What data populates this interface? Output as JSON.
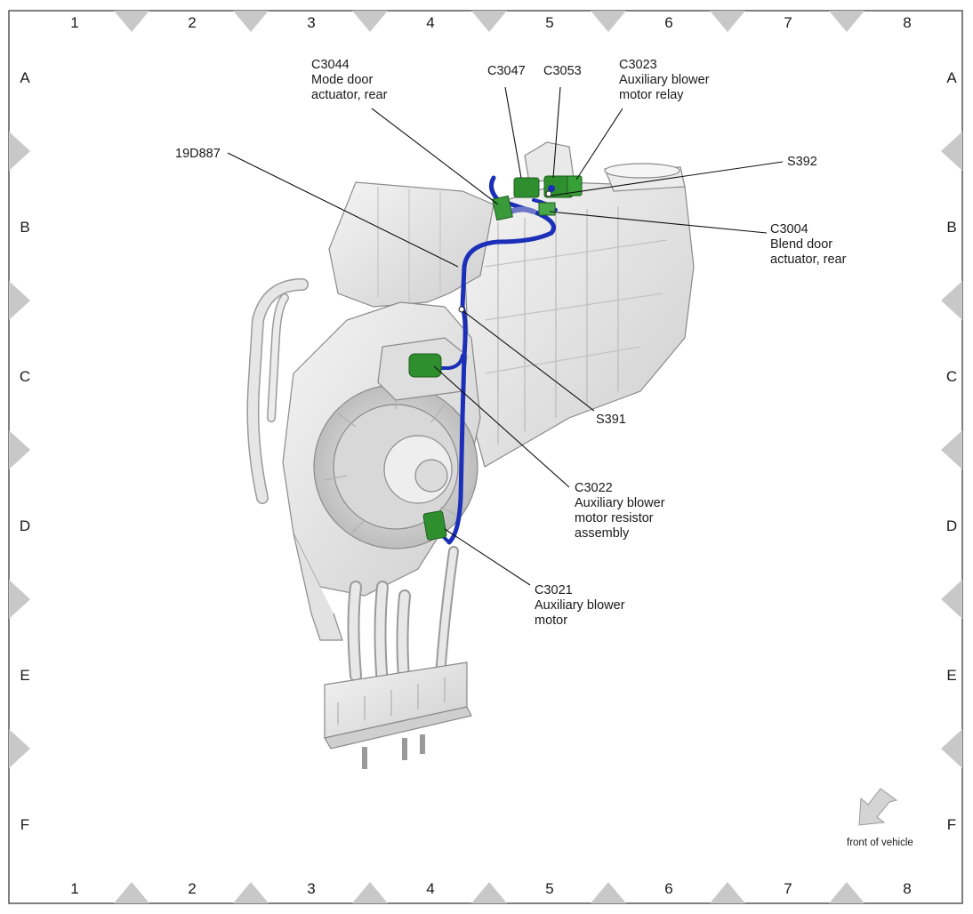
{
  "grid": {
    "columns": [
      "1",
      "2",
      "3",
      "4",
      "5",
      "6",
      "7",
      "8"
    ],
    "rows": [
      "A",
      "B",
      "C",
      "D",
      "E",
      "F"
    ]
  },
  "callouts": {
    "c3044": [
      "C3044",
      "Mode door",
      "actuator, rear"
    ],
    "c3047": [
      "C3047"
    ],
    "c3053": [
      "C3053"
    ],
    "c3023": [
      "C3023",
      "Auxiliary blower",
      "motor relay"
    ],
    "d19887": [
      "19D887"
    ],
    "s392": [
      "S392"
    ],
    "c3004": [
      "C3004",
      "Blend door",
      "actuator, rear"
    ],
    "s391": [
      "S391"
    ],
    "c3022": [
      "C3022",
      "Auxiliary blower",
      "motor resistor",
      "assembly"
    ],
    "c3021": [
      "C3021",
      "Auxiliary blower",
      "motor"
    ]
  },
  "orientation": {
    "label": "front of vehicle"
  },
  "colors": {
    "harness": "#1b2fb8",
    "connector": "#2f8f2f",
    "housing": "#e4e4e4",
    "outline": "#8a8a8a",
    "grid_marker": "#c8c8c8"
  }
}
